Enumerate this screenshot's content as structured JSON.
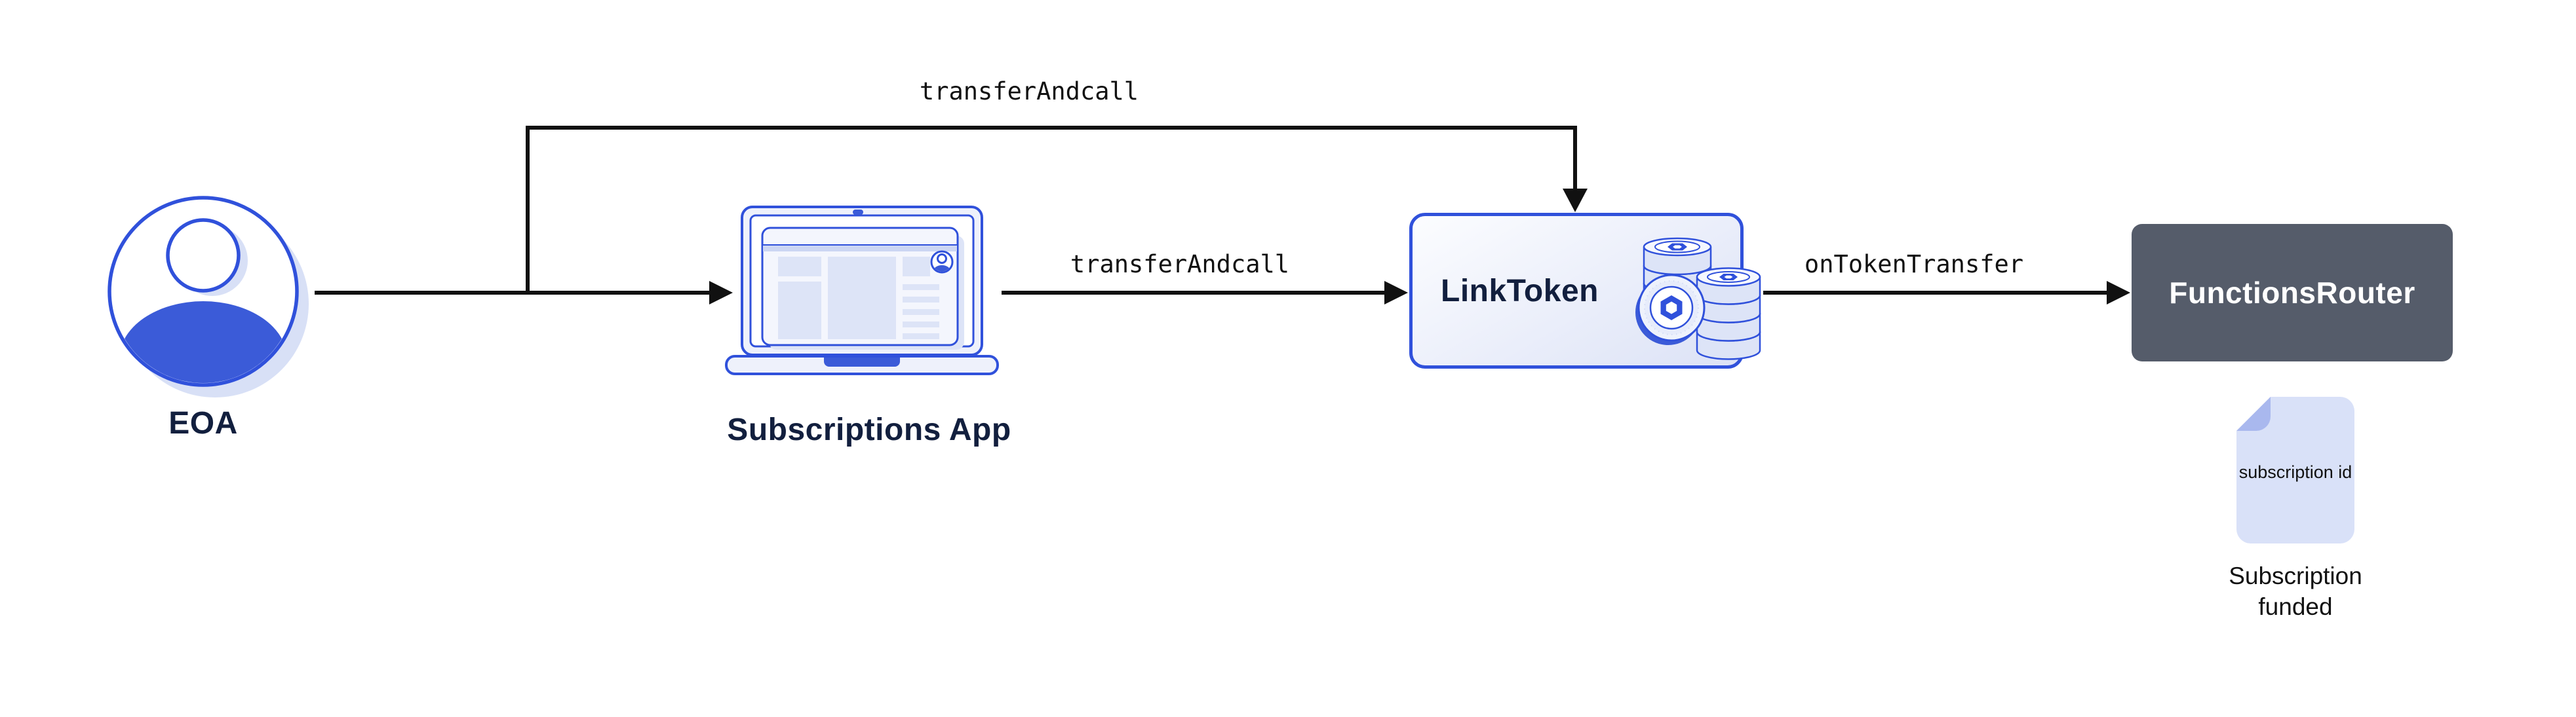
{
  "nodes": {
    "eoa": {
      "label": "EOA",
      "icon": "user-icon"
    },
    "subscriptions_app": {
      "label": "Subscriptions App",
      "icon": "laptop-icon"
    },
    "link_token": {
      "label": "LinkToken",
      "icon": "coins-icon"
    },
    "functions_router": {
      "label": "FunctionsRouter"
    },
    "subscription_result": {
      "doc_text": "subscription id",
      "caption": "Subscription funded",
      "icon": "document-icon"
    }
  },
  "edges": {
    "eoa_to_link_token": {
      "label": "transferAndcall"
    },
    "app_to_link_token": {
      "label": "transferAndcall"
    },
    "link_token_to_router": {
      "label": "onTokenTransfer"
    }
  },
  "colors": {
    "brand_blue": "#3051db",
    "fill_blue": "#3b5bd8",
    "navy_text": "#121f3e",
    "arrow_ink": "#111111",
    "slate": "#555c6a",
    "lavender": "#dde4f7",
    "lavender_light": "#eef1fb",
    "lavender_mid": "#ccd6f3",
    "lavender_dark": "#a9b8ee",
    "shadow_blue": "#d8e0f6",
    "paper_blue": "#d9e1f8",
    "white": "#ffffff",
    "box_gradient_start": "#fcfdff",
    "box_gradient_end": "#dce2f6"
  }
}
